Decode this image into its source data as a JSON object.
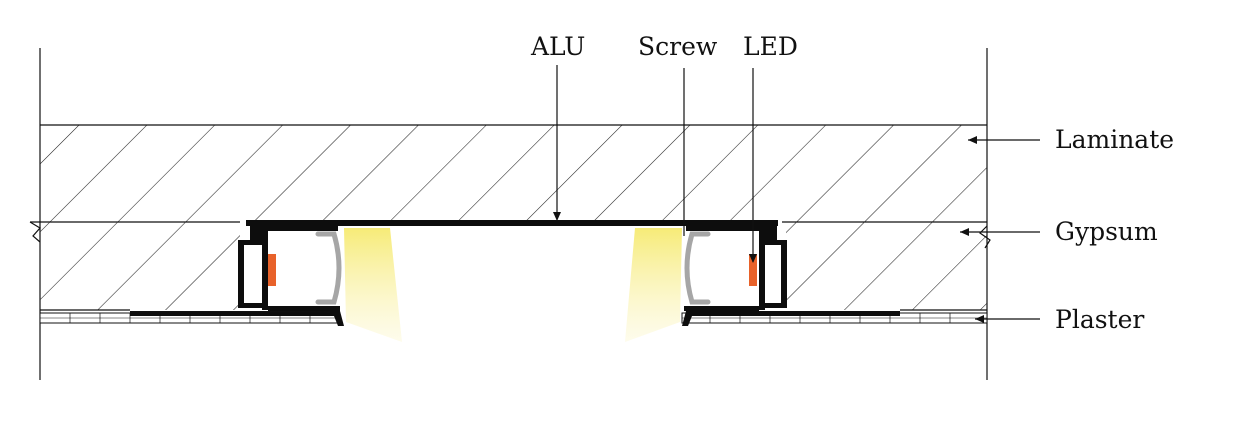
{
  "labels": {
    "top": {
      "alu": "ALU",
      "screw": "Screw",
      "led": "LED"
    },
    "side": {
      "laminate": "Laminate",
      "gypsum": "Gypsum",
      "plaster": "Plaster"
    }
  },
  "colors": {
    "line": "#111111",
    "profile": "#0d0d0d",
    "led_strip": "#e8622a",
    "light_glow": "#f7ee8a",
    "diffuser": "#a6a6a6",
    "background": "#ffffff"
  }
}
